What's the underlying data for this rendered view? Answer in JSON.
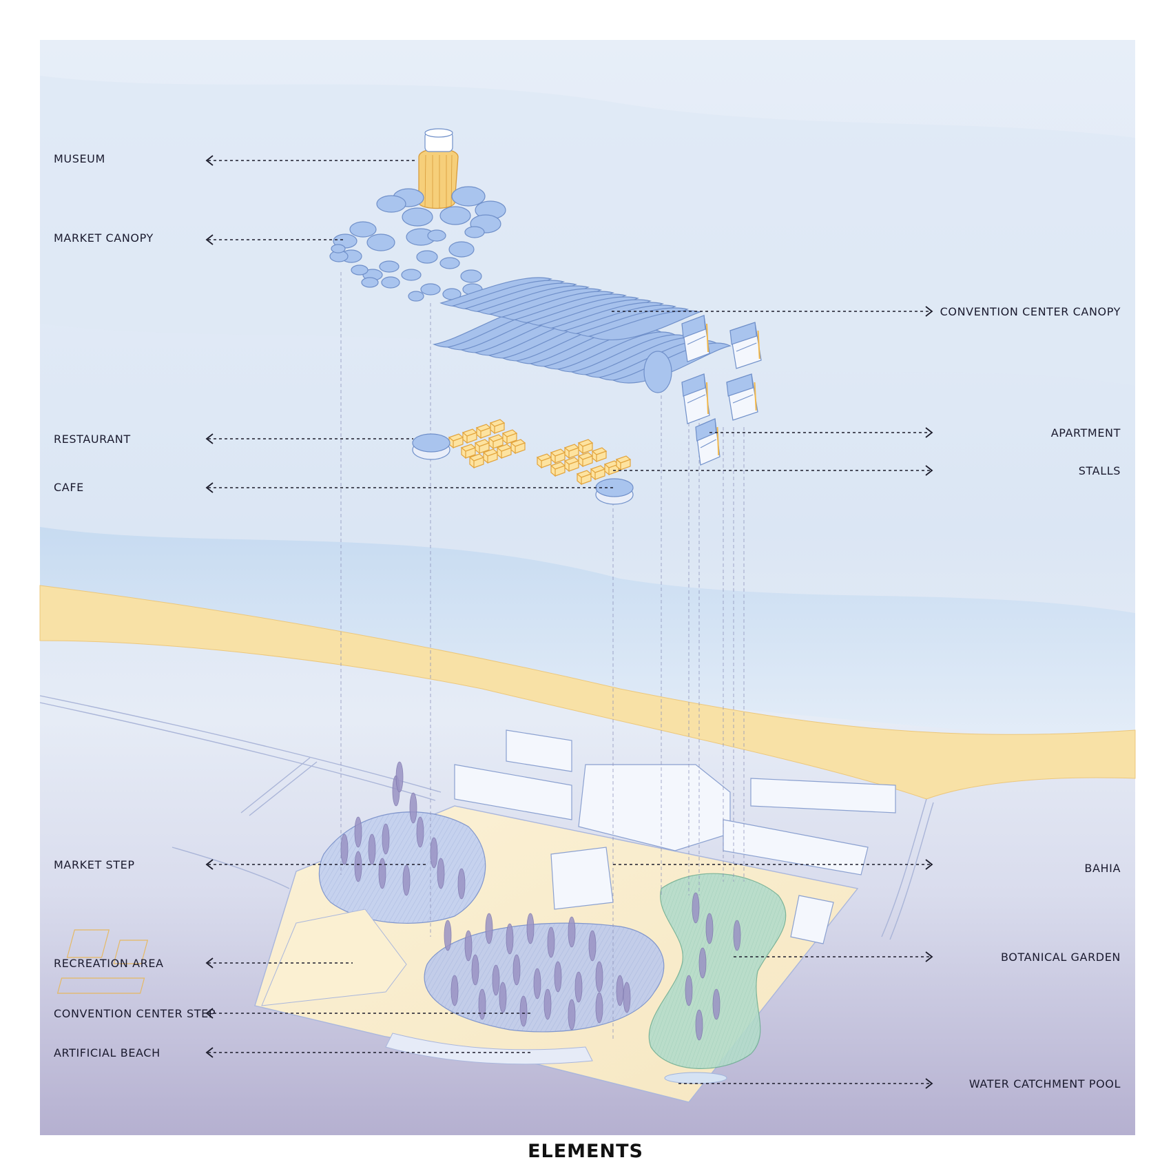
{
  "title": "ELEMENTS",
  "labels_left": [
    {
      "key": "museum",
      "text": "MUSEUM"
    },
    {
      "key": "market_canopy",
      "text": "MARKET CANOPY"
    },
    {
      "key": "restaurant",
      "text": "RESTAURANT"
    },
    {
      "key": "cafe",
      "text": "CAFE"
    },
    {
      "key": "market_step",
      "text": "MARKET STEP"
    },
    {
      "key": "recreation_area",
      "text": "RECREATION AREA"
    },
    {
      "key": "convention_center_step",
      "text": "CONVENTION CENTER STEP"
    },
    {
      "key": "artificial_beach",
      "text": "ARTIFICIAL BEACH"
    }
  ],
  "labels_right": [
    {
      "key": "convention_center_canopy",
      "text": "CONVENTION CENTER CANOPY"
    },
    {
      "key": "apartment",
      "text": "APARTMENT"
    },
    {
      "key": "stalls",
      "text": "STALLS"
    },
    {
      "key": "bahia",
      "text": "BAHIA"
    },
    {
      "key": "botanical_garden",
      "text": "BOTANICAL GARDEN"
    },
    {
      "key": "water_catchment_pool",
      "text": "WATER CATCHMENT POOL"
    }
  ],
  "colors": {
    "sea": "#d3e2f3",
    "sea_deep": "#bcd2ee",
    "sand": "#f8e1a6",
    "ground_bottom": "#b6b2d1",
    "canopy_blue": "#a9c4ee",
    "stall_yellow": "#fde3a0",
    "garden_green": "#b4dccb",
    "tree_purple": "#9a93c4"
  }
}
